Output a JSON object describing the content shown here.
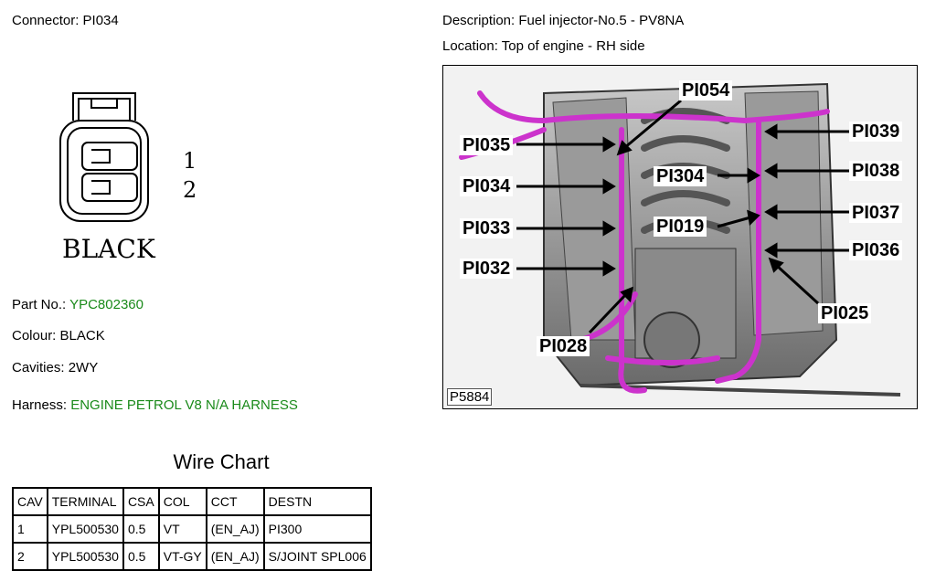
{
  "connector": {
    "label": "Connector:",
    "id": "PI034",
    "pin_numbers": [
      "1",
      "2"
    ],
    "body_text": "BLACK"
  },
  "description": {
    "label": "Description:",
    "value": "Fuel injector-No.5 - PV8NA"
  },
  "location": {
    "label": "Location:",
    "value": "Top of engine - RH side"
  },
  "details": {
    "part_no_label": "Part No.:",
    "part_no": "YPC802360",
    "colour_label": "Colour:",
    "colour": "BLACK",
    "cavities_label": "Cavities:",
    "cavities": "2WY",
    "harness_label": "Harness:",
    "harness": "ENGINE PETROL V8 N/A HARNESS"
  },
  "photo": {
    "id": "P5884",
    "callouts": [
      "PI054",
      "PI035",
      "PI034",
      "PI033",
      "PI032",
      "PI028",
      "PI039",
      "PI304",
      "PI038",
      "PI037",
      "PI019",
      "PI036",
      "PI025"
    ],
    "harness_color": "#cc33cc"
  },
  "wire_chart": {
    "title": "Wire Chart",
    "headers": [
      "CAV",
      "TERMINAL",
      "CSA",
      "COL",
      "CCT",
      "DESTN"
    ],
    "rows": [
      [
        "1",
        "YPL500530",
        "0.5",
        "VT",
        "(EN_AJ)",
        "PI300"
      ],
      [
        "2",
        "YPL500530",
        "0.5",
        "VT-GY",
        "(EN_AJ)",
        "S/JOINT SPL006"
      ]
    ]
  },
  "colors": {
    "link_green": "#1a8a1a"
  }
}
